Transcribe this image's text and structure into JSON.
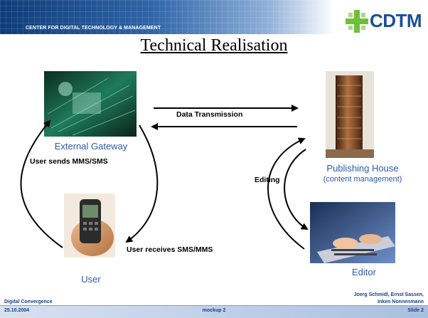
{
  "header": {
    "organization": "CENTER FOR DIGITAL TECHNOLOGY & MANAGEMENT",
    "logo_text": "CDTM"
  },
  "slide": {
    "title": "Technical Realisation"
  },
  "nodes": {
    "external_gateway": "External Gateway",
    "publishing_house": "Publishing House",
    "publishing_house_sub": "(content management)",
    "user": "User",
    "editor": "Editor"
  },
  "edges": {
    "data_transmission": "Data Transmission",
    "user_sends": "User sends MMS/SMS",
    "user_receives": "User receives SMS/MMS",
    "editing": "Editing"
  },
  "footer": {
    "topic": "Digital Convergence",
    "date": "25.10.2004",
    "center": "mockup 2",
    "authors_line1": "Joerg Schmidl, Ernst Sassen,",
    "authors_line2": "Inken Nonnenmann",
    "slide_number": "Slide 2"
  },
  "colors": {
    "header_blue": "#1a4f96",
    "node_label_blue": "#2c5aa8",
    "logo_cross_green": "#6fbf3a"
  }
}
